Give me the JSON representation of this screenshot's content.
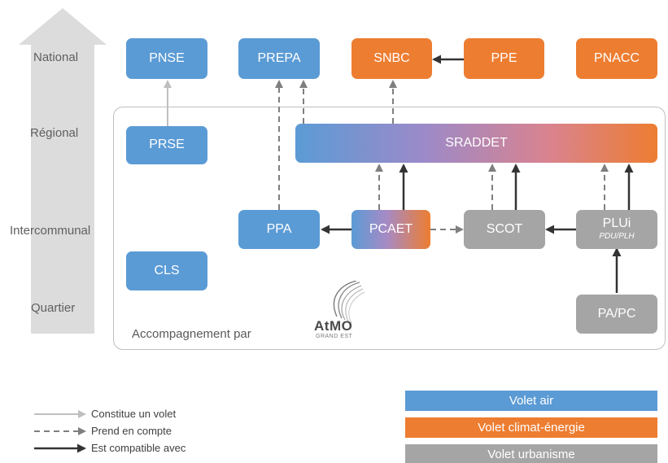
{
  "levels": {
    "national": "National",
    "regional": "Régional",
    "intercommunal": "Intercommunal",
    "quartier": "Quartier"
  },
  "nodes": {
    "pnse": "PNSE",
    "prepa": "PREPA",
    "snbc": "SNBC",
    "ppe": "PPE",
    "pnacc": "PNACC",
    "prse": "PRSE",
    "sraddet": "SRADDET",
    "ppa": "PPA",
    "pcaet": "PCAET",
    "scot": "SCOT",
    "plui": "PLUi",
    "plui_sub": "PDU/PLH",
    "cls": "CLS",
    "papc": "PA/PC"
  },
  "accompagnement": "Accompagnement par",
  "logo": {
    "name": "AtMO",
    "sub": "GRAND EST"
  },
  "legend": {
    "lines": [
      {
        "label": "Constitue un volet",
        "style": "solid-light"
      },
      {
        "label": "Prend en compte",
        "style": "dashed"
      },
      {
        "label": "Est compatible avec",
        "style": "solid-dark"
      }
    ],
    "volets": [
      {
        "label": "Volet air",
        "color": "#5b9bd5"
      },
      {
        "label": "Volet climat-énergie",
        "color": "#ed7d31"
      },
      {
        "label": "Volet urbanisme",
        "color": "#a5a5a5"
      }
    ]
  }
}
